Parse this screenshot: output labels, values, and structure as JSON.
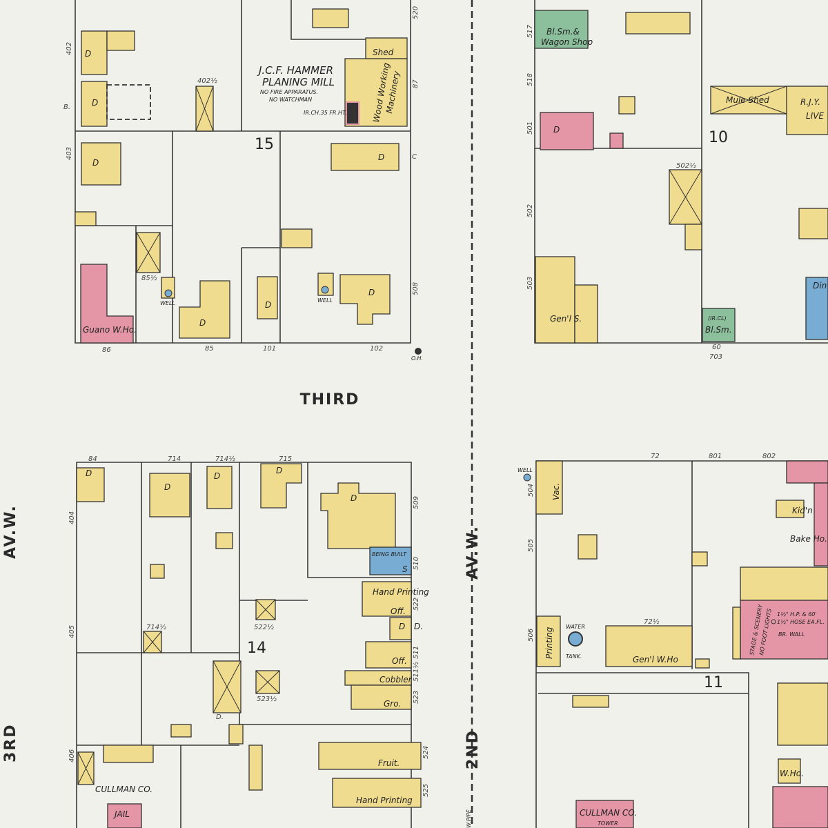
{
  "map": {
    "colors": {
      "background": "#f1f1ec",
      "frame_dwelling": "#f0dc8f",
      "brick": "#e596a6",
      "stone_concrete": "#79acd2",
      "special": "#8cbf9c"
    },
    "streets": {
      "third": "THIRD",
      "av_w_left": "AV.W.",
      "third_av_prefix": "3RD",
      "av_w_center": "AV.W.",
      "second_av_prefix": "2ND"
    },
    "blocks": {
      "b15": "15",
      "b10": "10",
      "b14": "14",
      "b11": "11"
    },
    "labels": {
      "mill_name": "J.C.F. HAMMER",
      "mill_type": "PLANING MILL",
      "no_fire": "NO FIRE APPARATUS.",
      "no_watchman": "NO WATCHMAN",
      "shed": "Shed",
      "wood_working": "Wood Working",
      "machinery": "Machinery",
      "boiler": "IR.CH.35 FR.HT.",
      "guano": "Guano W.Ho.",
      "well1": "WELL",
      "well2": "WELL",
      "well3": "WELL",
      "oh": "O.H.",
      "blsm_wagon1": "Bl.Sm.&",
      "blsm_wagon2": "Wagon Shop",
      "mule_shed": "Mule Shed",
      "livery1": "R.J.Y.",
      "livery2": "LIVE",
      "genl_s": "Gen'l S.",
      "ircl": "(IR.CL)",
      "blsm": "Bl.Sm.",
      "din": "Din",
      "being_built": "BEING BUILT",
      "s": "S",
      "hand_printing1": "Hand Printing",
      "off1": "Off.",
      "d_label": "D.",
      "off2": "Off.",
      "cobbler": "Cobbler",
      "gro": "Gro.",
      "fruit": "Fruit.",
      "hand_printing2": "Hand Printing",
      "cullman_jail1": "CULLMAN CO.",
      "cullman_jail2": "JAIL",
      "vac": "Vac.",
      "printing": "Printing",
      "water": "WATER",
      "tank": "TANK.",
      "genl_wh": "Gen'l W.Ho",
      "kid": "Kid'n",
      "bake": "Bake Ho.",
      "stage": "STAGE & SCENERY",
      "no_foot": "NO FOOT LIGHTS",
      "hp": "1½\" H.P. & 60'",
      "hose": "1½\" HOSE EA.FL.",
      "br_wall": "BR. WALL",
      "wh": "W.Ho.",
      "cullman_tower1": "CULLMAN CO.",
      "cullman_tower2": "TOWER",
      "wpipe": "W.PIPE"
    },
    "numbers": [
      "402",
      "B.",
      "402½",
      "403",
      "85½",
      "86",
      "85",
      "101",
      "102",
      "508",
      "C",
      "520",
      "87",
      "517",
      "518",
      "501",
      "502",
      "502½",
      "503",
      "60",
      "703",
      "84",
      "714",
      "714½",
      "715",
      "404",
      "405",
      "714½",
      "509",
      "510",
      "511",
      "511½",
      "522",
      "522½",
      "523",
      "523½",
      "524",
      "525",
      "406",
      "D.",
      "72",
      "801",
      "802",
      "504",
      "505",
      "506",
      "72½"
    ],
    "dwelling_mark": "D"
  }
}
